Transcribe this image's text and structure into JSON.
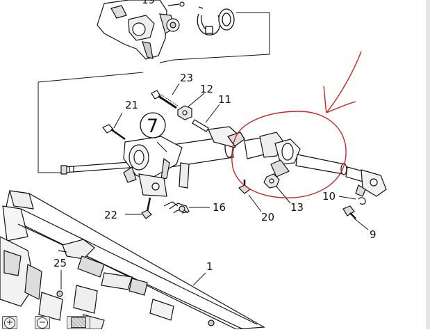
{
  "diagram": {
    "labels": {
      "p19": "19",
      "p23": "23",
      "p12": "12",
      "p11": "11",
      "p21": "21",
      "p7": "7",
      "p22": "22",
      "p16": "16",
      "p20": "20",
      "p13": "13",
      "p10": "10",
      "p9": "9",
      "p25": "25",
      "p1": "1"
    },
    "annotation_color": "#d42020",
    "line_color": "#111111"
  },
  "toolbar": {
    "zoom_in_icon": "magnifier-plus-icon",
    "zoom_in_glyph": "+",
    "zoom_out_icon": "magnifier-minus-icon",
    "zoom_out_glyph": "−",
    "fit_icon": "frame-icon"
  }
}
